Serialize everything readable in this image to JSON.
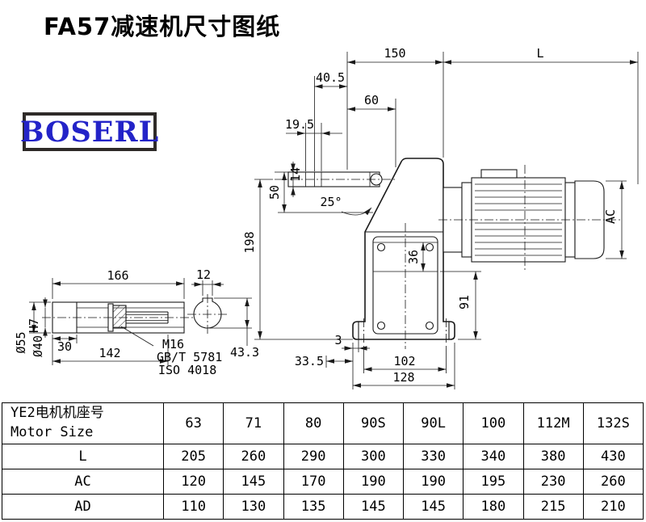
{
  "page": {
    "title": "FA57减速机尺寸图纸"
  },
  "logo": {
    "text": "BOSERL"
  },
  "drawing": {
    "dim_150": "150",
    "dim_L": "L",
    "dim_40_5": "40.5",
    "dim_60": "60",
    "dim_19_5": "19.5",
    "dim_14": "14",
    "dim_50": "50",
    "dim_angle": "25°",
    "dim_198": "198",
    "dim_36": "36",
    "dim_AC": "AC",
    "dim_91": "91",
    "dim_3": "3",
    "dim_33_5": "33.5",
    "dim_102": "102",
    "dim_128": "128",
    "dim_166": "166",
    "dim_12": "12",
    "dim_30": "30",
    "dim_142": "142",
    "dim_55": "Ø55",
    "dim_40": "Ø40",
    "dim_40_tol": "H7",
    "dim_43_3": "43.3",
    "note_m16": "M16",
    "note_gbt": "GB/T 5781",
    "note_iso": "ISO 4018"
  },
  "table": {
    "header": {
      "line1": "YE2电机机座号",
      "line2": "Motor Size"
    },
    "sizes": [
      "63",
      "71",
      "80",
      "90S",
      "90L",
      "100",
      "112M",
      "132S"
    ],
    "rows": [
      {
        "label": "L",
        "values": [
          "205",
          "260",
          "290",
          "300",
          "330",
          "340",
          "380",
          "430"
        ]
      },
      {
        "label": "AC",
        "values": [
          "120",
          "145",
          "170",
          "190",
          "190",
          "195",
          "230",
          "260"
        ]
      },
      {
        "label": "AD",
        "values": [
          "110",
          "130",
          "135",
          "145",
          "145",
          "180",
          "215",
          "210"
        ]
      }
    ]
  }
}
